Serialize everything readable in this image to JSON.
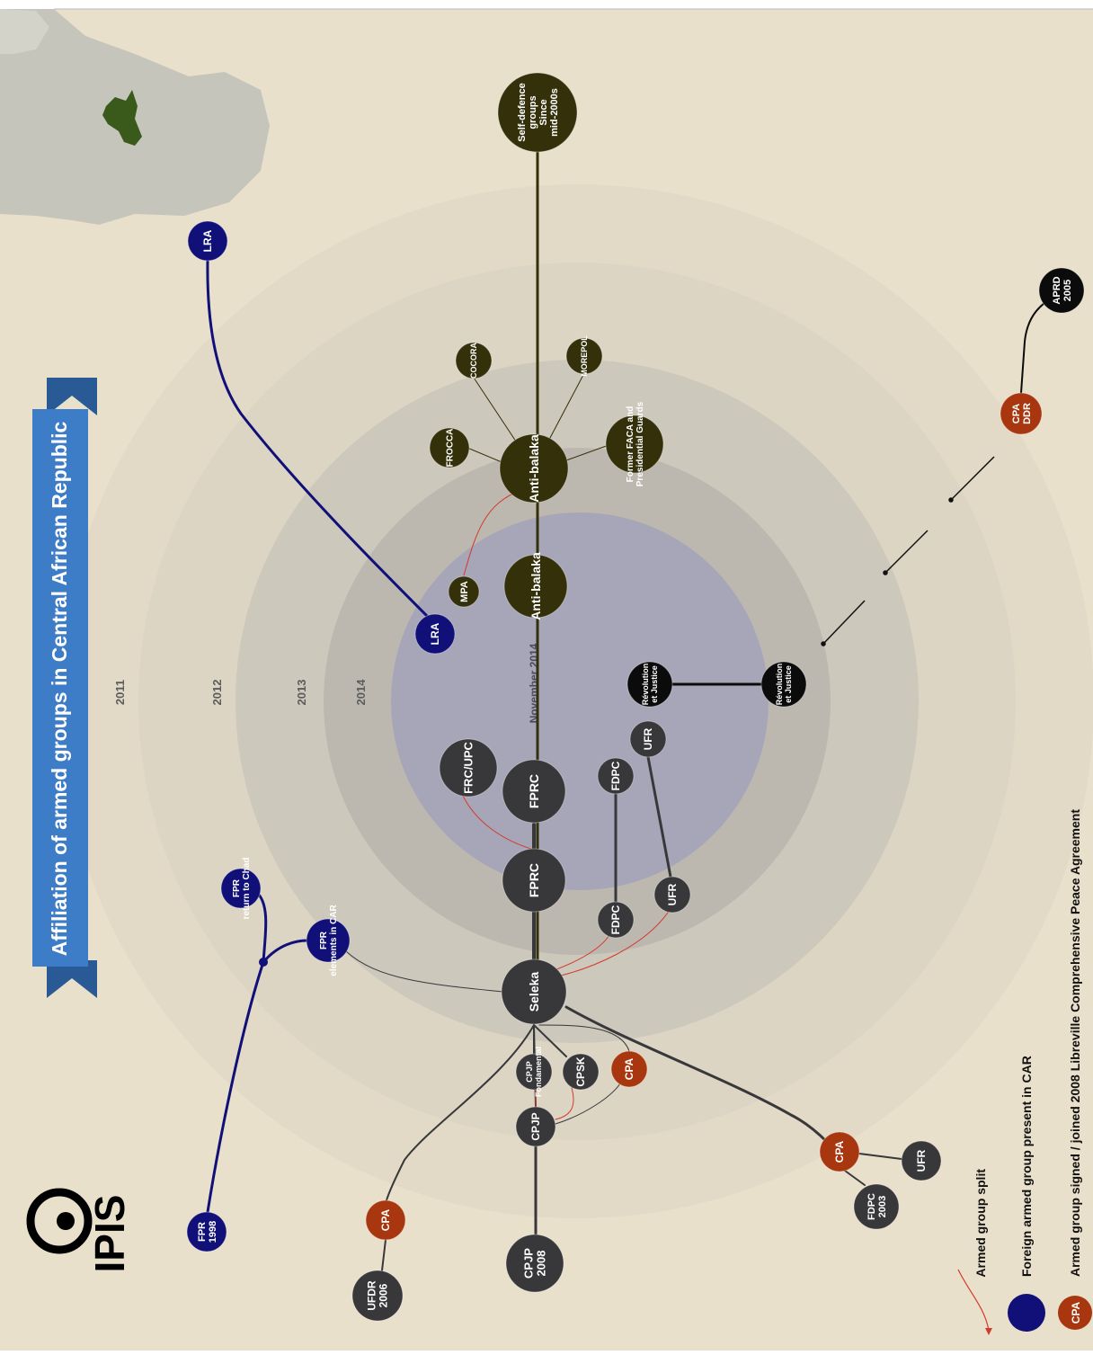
{
  "title": "Affiliation of armed groups in Central African Republic",
  "logo_text": "IPIS",
  "years": [
    "2011",
    "2012",
    "2013",
    "2014"
  ],
  "center_label": "November 2014",
  "legend": {
    "split": "Armed group split",
    "foreign": "Foreign armed group present in CAR",
    "cpa_badge": "CPA",
    "cpa": "Armed group signed / joined 2008 Libreville Comprehensive Peace Agreement"
  },
  "colors": {
    "background": "#e9e0cb",
    "ring_outer": "#dcd5c4",
    "ring_mid": "#cdc8bc",
    "ring_inner": "#bcb8b0",
    "core": "#a6a6b8",
    "dark_node": "#38383a",
    "black_node": "#0b0b0b",
    "foreign": "#101078",
    "cpa": "#a8360e",
    "antibalaka": "#33300a",
    "split_line": "#d43a2a"
  },
  "nodes": {
    "self_defence": [
      "Self-defence",
      "groups",
      "Since",
      "mid-2000s"
    ],
    "lra_top": [
      "LRA"
    ],
    "lra_center": [
      "LRA"
    ],
    "cocora": [
      "COCORA"
    ],
    "morepol": [
      "MOREPOL"
    ],
    "frocca": [
      "FROCCA"
    ],
    "former_faca": [
      "Former FACA and",
      "Presidential Guards"
    ],
    "antibalaka_2013": [
      "Anti-balaka"
    ],
    "antibalaka_2014": [
      "Anti-balaka"
    ],
    "mpa": [
      "MPA"
    ],
    "apro": [
      "APRD",
      "2005"
    ],
    "cpa_ddr": [
      "CPA",
      "DDR"
    ],
    "rj_center": [
      "Révolution",
      "et Justice"
    ],
    "rj_2013": [
      "Révolution",
      "et Justice"
    ],
    "frc_upc": [
      "FRC/UPC"
    ],
    "fprc_center": [
      "FPRC"
    ],
    "fprc_2013": [
      "FPRC"
    ],
    "fdpc_center": [
      "FDPC"
    ],
    "ufr_center": [
      "UFR"
    ],
    "fdpc_2013": [
      "FDPC"
    ],
    "ufr_2013": [
      "UFR"
    ],
    "fpr_chad": [
      "FPR",
      "return to Chad"
    ],
    "fpr_car": [
      "FPR",
      "elements in CAR"
    ],
    "seleka": [
      "Seleka"
    ],
    "cpjp_f": [
      "CPJP",
      "Fondamental"
    ],
    "cpsk": [
      "CPSK"
    ],
    "cpa_seleka": [
      "CPA"
    ],
    "cpjp": [
      "CPJP"
    ],
    "cpa_right": [
      "CPA"
    ],
    "ufr_right": [
      "UFR"
    ],
    "fdpc_2003": [
      "FDPC",
      "2003"
    ],
    "fpr_1998": [
      "FPR",
      "1998"
    ],
    "cpa_ufdr": [
      "CPA"
    ],
    "ufdr_2006": [
      "UFDR",
      "2006"
    ],
    "cpjp_2008": [
      "CPJP",
      "2008"
    ]
  }
}
